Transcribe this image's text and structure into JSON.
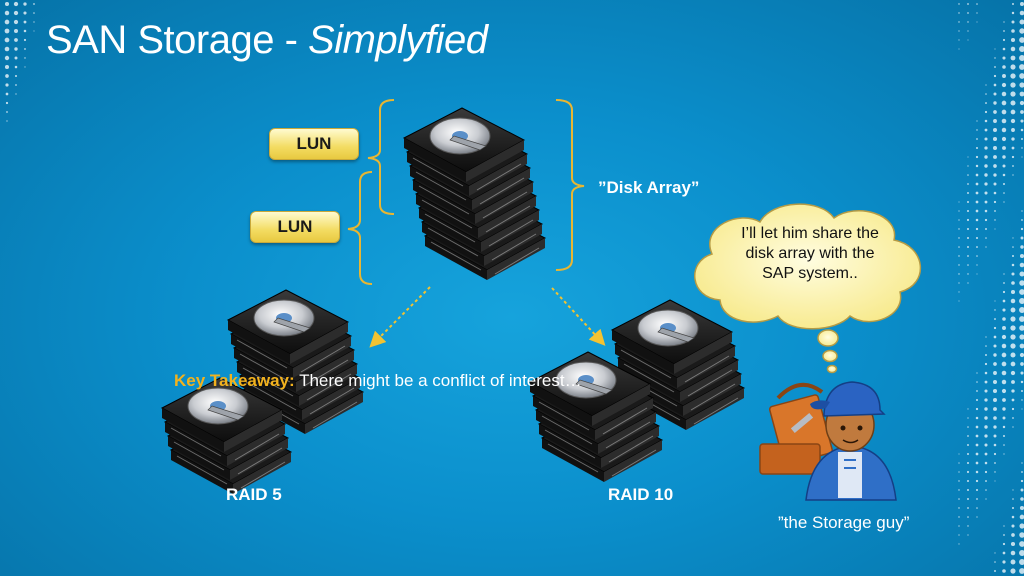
{
  "slide": {
    "title_main": "SAN Storage - ",
    "title_emph": "Simplyfied"
  },
  "lun_labels": [
    "LUN",
    "LUN"
  ],
  "disk_array_label": "”Disk Array”",
  "raid_labels": [
    "RAID 5",
    "RAID 10"
  ],
  "key_takeaway": {
    "label": "Key Takeaway",
    "separator": ":",
    "text": " There might be a conflict of interest…"
  },
  "thought_bubble": "I’ll let him share the disk array with the SAP system..",
  "storage_guy_caption": "”the Storage guy”",
  "colors": {
    "background": "#0b8fcc",
    "bracket": "#e8b632",
    "arrow": "#f2c332",
    "lun_fill": "#f3dc62",
    "takeaway_key": "#f2b21e",
    "cloud": "#fdf6a6"
  }
}
